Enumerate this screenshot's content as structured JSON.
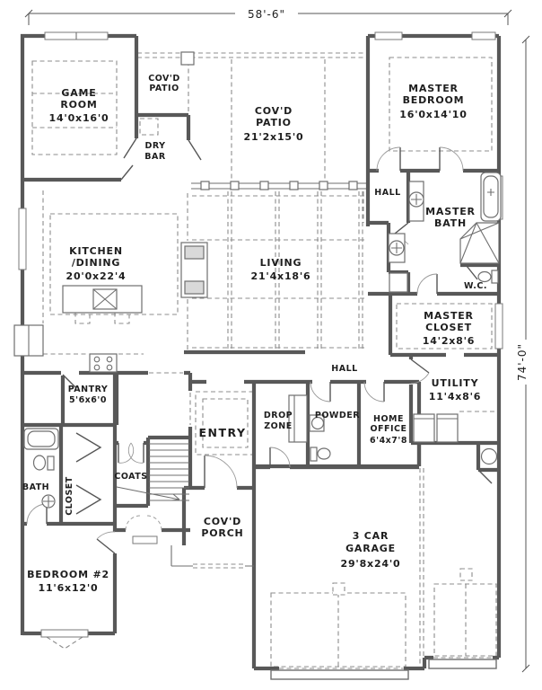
{
  "colors": {
    "wall": "#585858",
    "thin_line": "#6f6f6f",
    "dashed_line": "#8d8d8d",
    "text": "#1e1e1e",
    "background": "#ffffff"
  },
  "drawing": {
    "type": "residential-floor-plan",
    "dimensions": {
      "width_overall": "58'-6\"",
      "height_overall": "74'-0\""
    },
    "rooms": {
      "game_room": {
        "line1": "GAME",
        "line2": "ROOM",
        "size": "14'0x16'0"
      },
      "covd_patio_small": {
        "line1": "COV'D",
        "line2": "PATIO"
      },
      "covd_patio": {
        "line1": "COV'D",
        "line2": "PATIO",
        "size": "21'2x15'0"
      },
      "master_bedroom": {
        "line1": "MASTER",
        "line2": "BEDROOM",
        "size": "16'0x14'10"
      },
      "dry_bar": {
        "line1": "DRY",
        "line2": "BAR"
      },
      "hall_upper": {
        "line1": "HALL"
      },
      "master_bath": {
        "line1": "MASTER",
        "line2": "BATH"
      },
      "kitchen_dining": {
        "line1": "KITCHEN",
        "line2": "/DINING",
        "size": "20'0x22'4"
      },
      "living": {
        "line1": "LIVING",
        "size": "21'4x18'6"
      },
      "wc": {
        "line1": "W.C."
      },
      "master_closet": {
        "line1": "MASTER",
        "line2": "CLOSET",
        "size": "14'2x8'6"
      },
      "pantry": {
        "line1": "PANTRY",
        "size": "5'6x6'0"
      },
      "hall_lower": {
        "line1": "HALL"
      },
      "utility": {
        "line1": "UTILITY",
        "size": "11'4x8'6"
      },
      "entry": {
        "line1": "ENTRY"
      },
      "drop_zone": {
        "line1": "DROP",
        "line2": "ZONE"
      },
      "powder": {
        "line1": "POWDER"
      },
      "home_office": {
        "line1": "HOME",
        "line2": "OFFICE",
        "size": "6'4x7'8"
      },
      "coats": {
        "line1": "COATS"
      },
      "bath": {
        "line1": "BATH"
      },
      "closet": {
        "line1": "CLOSET"
      },
      "covd_porch": {
        "line1": "COV'D",
        "line2": "PORCH"
      },
      "bedroom_2": {
        "line1": "BEDROOM #2",
        "size": "11'6x12'0"
      },
      "garage": {
        "line1": "3 CAR",
        "line2": "GARAGE",
        "size": "29'8x24'0"
      }
    }
  }
}
